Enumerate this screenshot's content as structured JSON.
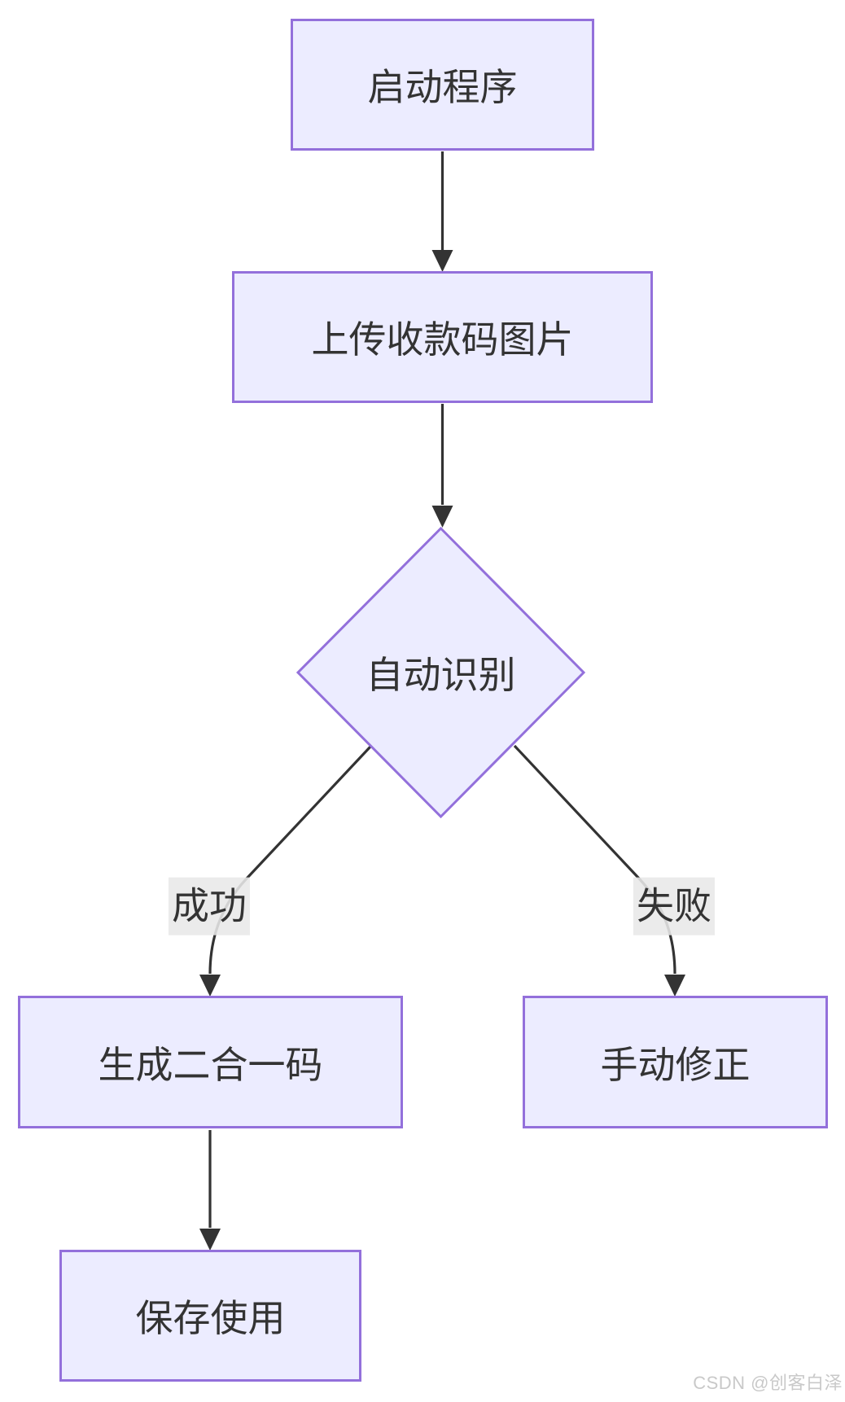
{
  "diagram": {
    "type": "flowchart",
    "direction": "top-down",
    "nodes": [
      {
        "id": "start",
        "shape": "rectangle",
        "label": "启动程序"
      },
      {
        "id": "upload",
        "shape": "rectangle",
        "label": "上传收款码图片"
      },
      {
        "id": "recognize",
        "shape": "diamond",
        "label": "自动识别"
      },
      {
        "id": "generate",
        "shape": "rectangle",
        "label": "生成二合一码"
      },
      {
        "id": "manual",
        "shape": "rectangle",
        "label": "手动修正"
      },
      {
        "id": "save",
        "shape": "rectangle",
        "label": "保存使用"
      }
    ],
    "edges": [
      {
        "from": "start",
        "to": "upload",
        "label": ""
      },
      {
        "from": "upload",
        "to": "recognize",
        "label": ""
      },
      {
        "from": "recognize",
        "to": "generate",
        "label": "成功"
      },
      {
        "from": "recognize",
        "to": "manual",
        "label": "失败"
      },
      {
        "from": "generate",
        "to": "save",
        "label": ""
      }
    ],
    "colors": {
      "node_fill": "#ECECFF",
      "node_border": "#9370DB",
      "edge_line": "#333333",
      "edge_label_bg": "#E8E8E8",
      "text": "#333333",
      "watermark_text": "#C9C9C9"
    }
  },
  "watermark": {
    "text": "CSDN @创客白泽"
  }
}
